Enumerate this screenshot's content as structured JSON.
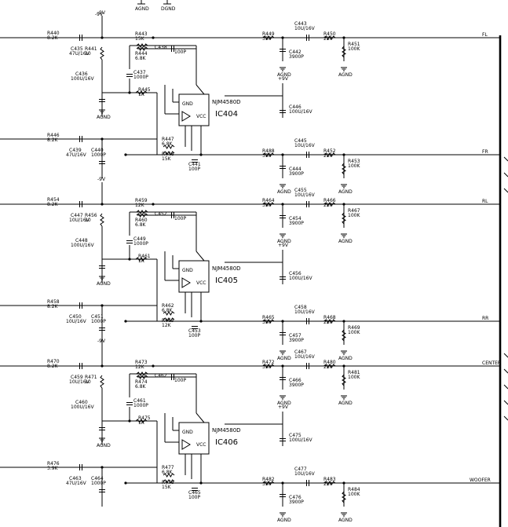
{
  "top": {
    "vneg": "-9V",
    "agnd": "AGND",
    "dgnd": "DGND"
  },
  "rails": {
    "pos": "+9V",
    "neg": "-9V",
    "gnd": "AGND"
  },
  "channels": [
    {
      "in_res": [
        "R440",
        "8.2K"
      ],
      "in_cap": [
        "C435",
        "47U/16V"
      ],
      "fb_res_a": [
        "R443",
        "15K"
      ],
      "fb_res_b": [
        "R444",
        "6.8K"
      ],
      "fb_cap": [
        "C438",
        "100P"
      ],
      "bias_res": [
        "R441",
        "10"
      ],
      "dec_cap_a": [
        "C437",
        "1000P"
      ],
      "dec_cap_b": [
        "C436",
        "100U/16V"
      ],
      "opamp_res": [
        "R445",
        "1K"
      ],
      "ic_name": "IC404",
      "ic_part": "NJM4580D",
      "pwr_cap": [
        "C446",
        "100U/16V"
      ],
      "out_res": [
        "R449",
        "330"
      ],
      "out_cap": [
        "C443",
        "10U/16V"
      ],
      "shunt_cap": [
        "C442",
        "3900P"
      ],
      "series_res": [
        "R450",
        "220"
      ],
      "load_res": [
        "R451",
        "100K"
      ],
      "out_label": "FL",
      "ch2_in_res": [
        "R446",
        "8.2K"
      ],
      "ch2_in_cap": [
        "C439",
        "47U/16V"
      ],
      "ch2_dec": [
        "C440",
        "1000P"
      ],
      "ch2_fb_a": [
        "R447",
        "6.8K"
      ],
      "ch2_fb_b": [
        "R448",
        "15K"
      ],
      "ch2_fb_cap": [
        "C441",
        "100P"
      ],
      "ch2_out_res": [
        "R488",
        "330"
      ],
      "ch2_out_cap": [
        "C445",
        "10U/16V"
      ],
      "ch2_shunt": [
        "C444",
        "3900P"
      ],
      "ch2_series": [
        "R452",
        "220"
      ],
      "ch2_load": [
        "R453",
        "100K"
      ],
      "ch2_label": "FR"
    },
    {
      "in_res": [
        "R454",
        "8.2K"
      ],
      "in_cap": [
        "C447",
        "10U/16V"
      ],
      "fb_res_a": [
        "R459",
        "12K"
      ],
      "fb_res_b": [
        "R460",
        "6.8K"
      ],
      "fb_cap": [
        "C452",
        "100P"
      ],
      "bias_res": [
        "R456",
        "10"
      ],
      "dec_cap_a": [
        "C449",
        "1000P"
      ],
      "dec_cap_b": [
        "C448",
        "100U/16V"
      ],
      "opamp_res": [
        "R461",
        "1K"
      ],
      "ic_name": "IC405",
      "ic_part": "NJM4580D",
      "pwr_cap": [
        "C456",
        "100U/16V"
      ],
      "out_res": [
        "R464",
        "330"
      ],
      "out_cap": [
        "C455",
        "10U/16V"
      ],
      "shunt_cap": [
        "C454",
        "3900P"
      ],
      "series_res": [
        "R466",
        "220"
      ],
      "load_res": [
        "R467",
        "100K"
      ],
      "out_label": "RL",
      "ch2_in_res": [
        "R458",
        "8.2K"
      ],
      "ch2_in_cap": [
        "C450",
        "10U/16V"
      ],
      "ch2_dec": [
        "C451",
        "1000P"
      ],
      "ch2_fb_a": [
        "R462",
        "6.8K"
      ],
      "ch2_fb_b": [
        "R463",
        "12K"
      ],
      "ch2_fb_cap": [
        "C453",
        "100P"
      ],
      "ch2_out_res": [
        "R465",
        "330"
      ],
      "ch2_out_cap": [
        "C458",
        "10U/16V"
      ],
      "ch2_shunt": [
        "C457",
        "3900P"
      ],
      "ch2_series": [
        "R468",
        "220"
      ],
      "ch2_load": [
        "R469",
        "100K"
      ],
      "ch2_label": "RR"
    },
    {
      "in_res": [
        "R470",
        "8.2K"
      ],
      "in_cap": [
        "C459",
        "10U/16V"
      ],
      "fb_res_a": [
        "R473",
        "12K"
      ],
      "fb_res_b": [
        "R474",
        "6.8K"
      ],
      "fb_cap": [
        "C462",
        "100P"
      ],
      "bias_res": [
        "R471",
        "10"
      ],
      "dec_cap_a": [
        "C461",
        "1000P"
      ],
      "dec_cap_b": [
        "C460",
        "100U/16V"
      ],
      "opamp_res": [
        "R475",
        "1K"
      ],
      "ic_name": "IC406",
      "ic_part": "NJM4580D",
      "pwr_cap": [
        "C475",
        "100U/16V"
      ],
      "out_res": [
        "R472",
        "330"
      ],
      "out_cap": [
        "C467",
        "10U/16V"
      ],
      "shunt_cap": [
        "C466",
        "3900P"
      ],
      "series_res": [
        "R480",
        "220"
      ],
      "load_res": [
        "R481",
        "100K"
      ],
      "out_label": "CENTER",
      "ch2_in_res": [
        "R476",
        "3.9K"
      ],
      "ch2_in_cap": [
        "C463",
        "47U/16V"
      ],
      "ch2_dec": [
        "C464",
        "1000P"
      ],
      "ch2_fb_a": [
        "R477",
        "6.8K"
      ],
      "ch2_fb_b": [
        "R478",
        "15K"
      ],
      "ch2_fb_cap": [
        "C465",
        "100P"
      ],
      "ch2_out_res": [
        "R482",
        "330"
      ],
      "ch2_out_cap": [
        "C477",
        "10U/16V"
      ],
      "ch2_shunt": [
        "C476",
        "3900P"
      ],
      "ch2_series": [
        "R483",
        "220"
      ],
      "ch2_load": [
        "R484",
        "100K"
      ],
      "ch2_label": "WOOFER"
    }
  ],
  "pin_labels": {
    "gnd": "GND",
    "vcc": "VCC"
  }
}
